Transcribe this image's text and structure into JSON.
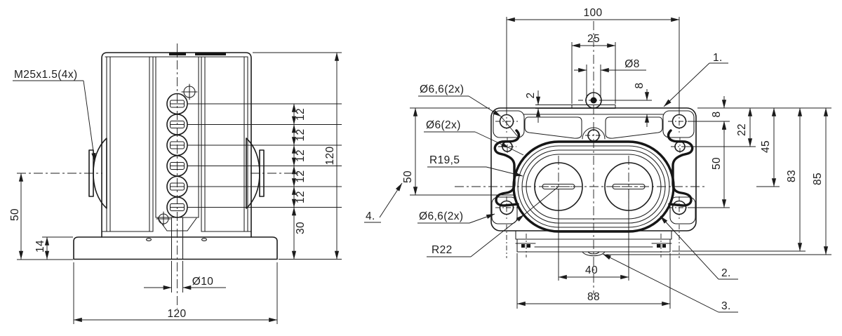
{
  "drawing": {
    "left_view": {
      "thread_callout": "M25x1.5(4x)",
      "pitch_dims": [
        "12",
        "12",
        "12",
        "12",
        "12"
      ],
      "dim_bottom_segment": "30",
      "dim_overall_height": "120",
      "dim_axis_height": "50",
      "dim_base_thickness": "14",
      "dim_hole_dia": "Ø10",
      "dim_overall_width": "120"
    },
    "right_view": {
      "dim_hole_spacing_h": "100",
      "dim_boss_width": "25",
      "dim_knob_dia": "Ø8",
      "dim_plate_thickness": "2",
      "dim_knob_offset": "8",
      "label_corner_holes_top": "Ø6,6(2x)",
      "label_side_holes": "Ø6(2x)",
      "label_inner_radius": "R19,5",
      "label_corner_holes_bottom": "Ø6,6(2x)",
      "label_outer_radius": "R22",
      "dim_slot_depth": "50",
      "stack": {
        "dim_8": "8",
        "dim_22": "22",
        "dim_45": "45",
        "dim_50": "50",
        "dim_83": "83",
        "dim_85": "85"
      },
      "dim_core_spacing": "40",
      "dim_base_width": "88",
      "callout_1": "1.",
      "callout_2": "2.",
      "callout_3": "3.",
      "callout_4": "4."
    }
  }
}
